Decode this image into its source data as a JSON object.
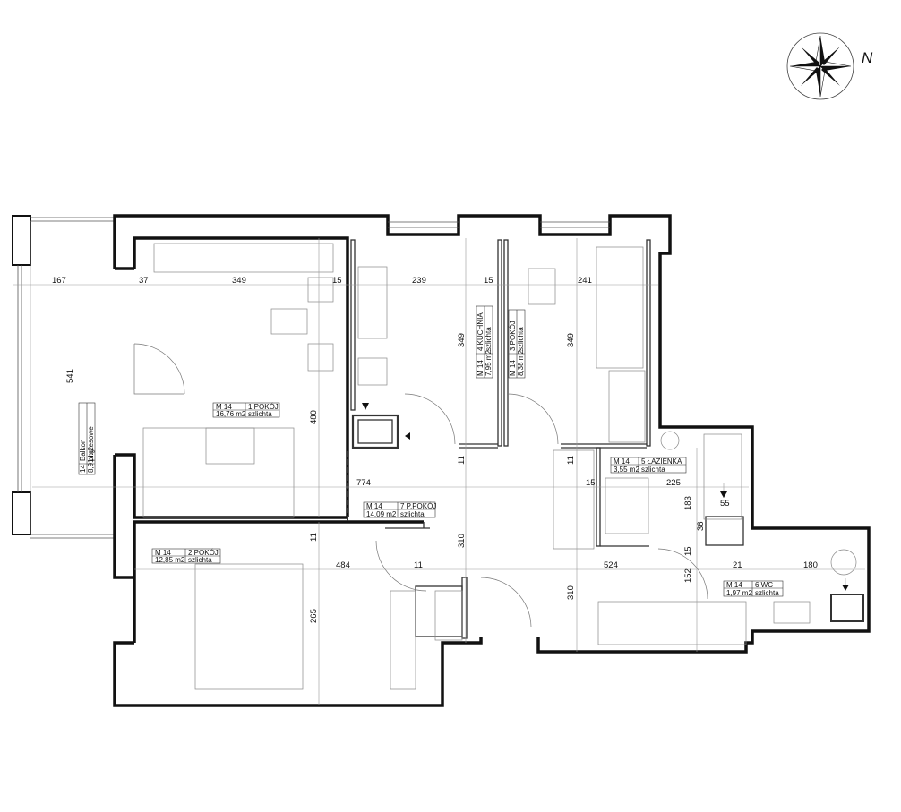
{
  "compass": {
    "north_label": "N",
    "icon": "compass-rose-icon"
  },
  "rooms": [
    {
      "id": "pokoj1",
      "code": "M 14",
      "name": "1 POKÓJ",
      "area": "16,76 m2",
      "finish": "szlichta"
    },
    {
      "id": "pokoj2",
      "code": "M 14",
      "name": "2 POKÓJ",
      "area": "12,85 m2",
      "finish": "szlichta"
    },
    {
      "id": "pokoj3",
      "code": "M 14",
      "name": "3 POKÓJ",
      "area": "8,38 m2",
      "finish": "szlichta"
    },
    {
      "id": "kuchnia",
      "code": "M 14",
      "name": "4 KUCHNIA",
      "area": "7,95 m2",
      "finish": "szlichta"
    },
    {
      "id": "lazienka",
      "code": "M 14",
      "name": "5 ŁAZIENKA",
      "area": "3,55 m2",
      "finish": "szlichta"
    },
    {
      "id": "wc",
      "code": "M 14",
      "name": "6 WC",
      "area": "1,97 m2",
      "finish": "szlichta"
    },
    {
      "id": "przedpokoj",
      "code": "M 14",
      "name": "7 P.POKÓJ",
      "area": "14,09 m2",
      "finish": "szlichta"
    },
    {
      "id": "balkon",
      "code": "14",
      "name": "Balkon",
      "area": "8,91 m2",
      "finish": "pł.gresowe"
    }
  ],
  "dimensions": {
    "balcony_width": "167",
    "wall_a": "37",
    "room1_width": "349",
    "wall_b": "15",
    "kitchen_width": "239",
    "wall_c": "15",
    "room3_width": "241",
    "balcony_length": "541",
    "kitchen_depth": "349",
    "room3_depth": "349",
    "room1_depth": "480",
    "wall_d": "11",
    "wall_e": "11",
    "hall_length": "774",
    "wall_f": "15",
    "bath_width": "225",
    "bath_depth": "183",
    "bath_offset": "55",
    "wall_g": "36",
    "wall_h": "15",
    "wall_i": "11",
    "hall_depth": "310",
    "room2_width": "484",
    "wall_j": "11",
    "hall_width": "524",
    "wall_k": "21",
    "wc_width": "180",
    "wc_depth": "152",
    "room2_depth": "265",
    "hall_depth_2": "310"
  }
}
